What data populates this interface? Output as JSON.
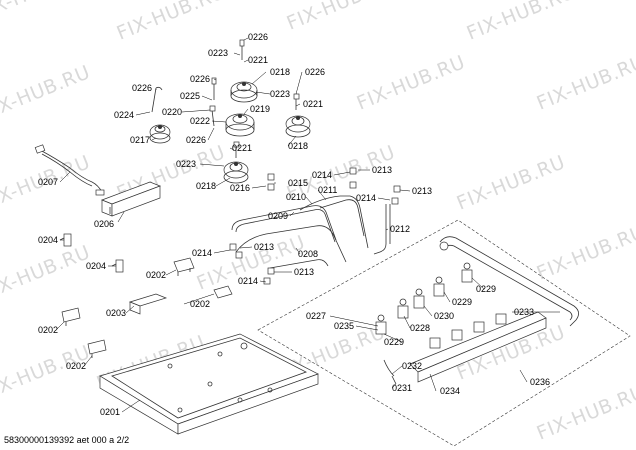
{
  "watermark": "FIX-HUB.RU",
  "footer": "58300000139392 aet 000 a 2/2",
  "parts": {
    "p0226a": "0226",
    "p0223a": "0223",
    "p0221a": "0221",
    "p0226b": "0226",
    "p0218a": "0218",
    "p0226c": "0226",
    "p0226d": "0226",
    "p0225": "0225",
    "p0223b": "0223",
    "p0221b": "0221",
    "p0220": "0220",
    "p0219": "0219",
    "p0224": "0224",
    "p0222": "0222",
    "p0217": "0217",
    "p0226e": "0226",
    "p0218b": "0218",
    "p0221c": "0221",
    "p0223c": "0223",
    "p0207": "0207",
    "p0218c": "0218",
    "p0216": "0216",
    "p0215": "0215",
    "p0214a": "0214",
    "p0213a": "0213",
    "p0211": "0211",
    "p0210": "0210",
    "p0214b": "0214",
    "p0213b": "0213",
    "p0206": "0206",
    "p0209": "0209",
    "p0212": "0212",
    "p0204a": "0204",
    "p0214c": "0214",
    "p0213c": "0213",
    "p0208": "0208",
    "p0204b": "0204",
    "p0202a": "0202",
    "p0213d": "0213",
    "p0214d": "0214",
    "p0229a": "0229",
    "p0229b": "0229",
    "p0227": "0227",
    "p0233": "0233",
    "p0230": "0230",
    "p0202b": "0202",
    "p0203": "0203",
    "p0202c": "0202",
    "p0235": "0235",
    "p0228": "0228",
    "p0229c": "0229",
    "p0202d": "0202",
    "p0232": "0232",
    "p0236": "0236",
    "p0231": "0231",
    "p0234": "0234",
    "p0201": "0201"
  }
}
